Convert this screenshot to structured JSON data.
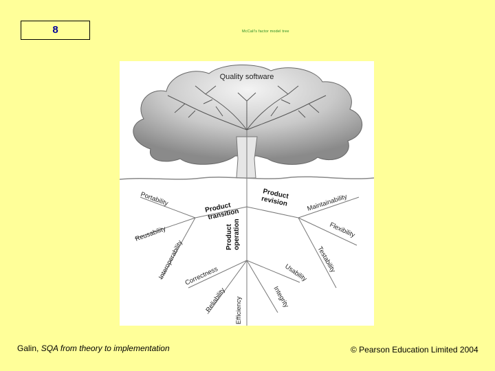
{
  "slide": {
    "number": "8",
    "title": "McCall's factor model tree"
  },
  "figure": {
    "crown_label": "Quality software",
    "categories": [
      "Product transition",
      "Product revision",
      "Product operation"
    ],
    "factors": [
      "Portability",
      "Reusability",
      "Interoperability",
      "Maintainability",
      "Flexibility",
      "Testability",
      "Correctness",
      "Reliability",
      "Efficiency",
      "Integrity",
      "Usability"
    ]
  },
  "footer": {
    "author": "Galin, ",
    "book": "SQA from theory to implementation",
    "copyright": "© Pearson Education Limited 2004"
  },
  "colors": {
    "background": "#ffff99",
    "slide_number": "#000099",
    "title": "#228822"
  }
}
